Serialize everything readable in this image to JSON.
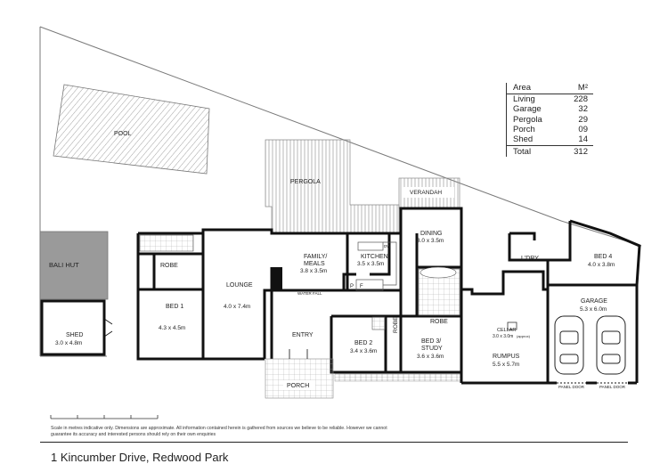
{
  "rooms": {
    "pool": "POOL",
    "pergola": "PERGOLA",
    "verandah": "VERANDAH",
    "bali_hut": "BALI HUT",
    "shed": "SHED",
    "shed_dim": "3.0 x 4.8m",
    "robe_bed1": "ROBE",
    "bed1": "BED 1",
    "bed1_dim": "4.3 x 4.5m",
    "lounge": "LOUNGE",
    "lounge_dim": "4.0 x 7.4m",
    "family": "FAMILY/",
    "meals": "MEALS",
    "family_dim": "3.8 x 3.5m",
    "kitchen": "KITCHEN",
    "kitchen_dim": "3.5 x 3.5m",
    "dw": "DW",
    "pantry": "P",
    "fridge": "F",
    "water_fall": "WATER FALL",
    "dining": "DINING",
    "dining_dim": "3.0 x 3.5m",
    "entry": "ENTRY",
    "porch": "PORCH",
    "bed2": "BED 2",
    "bed2_dim": "3.4 x 3.6m",
    "robe_bed2": "ROBE",
    "bed3": "BED 3/",
    "study": "STUDY",
    "bed3_dim": "3.6 x 3.6m",
    "robe_bed3": "ROBE",
    "laundry": "L'DRY",
    "cellar": "CELLAR",
    "cellar_dim": "3.0 x 3.0m",
    "cellar_note": "(approx)",
    "rumpus": "RUMPUS",
    "rumpus_dim": "5.5 x 5.7m",
    "bed4": "BED 4",
    "bed4_dim": "4.0 x 3.8m",
    "garage": "GARAGE",
    "garage_dim": "5.3 x 6.0m",
    "panel_door_1": "PANEL DOOR",
    "panel_door_2": "PANEL DOOR"
  },
  "area_table": {
    "header_label": "Area",
    "header_unit": "M²",
    "rows": [
      {
        "label": "Living",
        "value": "228"
      },
      {
        "label": "Garage",
        "value": "32"
      },
      {
        "label": "Pergola",
        "value": "29"
      },
      {
        "label": "Porch",
        "value": "09"
      },
      {
        "label": "Shed",
        "value": "14"
      }
    ],
    "total_label": "Total",
    "total_value": "312"
  },
  "disclaimer": "Scale in metres indicative only. Dimensions are approximate. All information contained herein is gathered from sources we believe to be reliable. However we cannot guarantee its accuracy and interested persons should rely on their own enquiries",
  "address": "1 Kincumber Drive, Redwood Park",
  "colors": {
    "wall": "#111111",
    "bali_hut_fill": "#9a9a9a",
    "hatch": "#888888",
    "boundary": "#777777"
  }
}
